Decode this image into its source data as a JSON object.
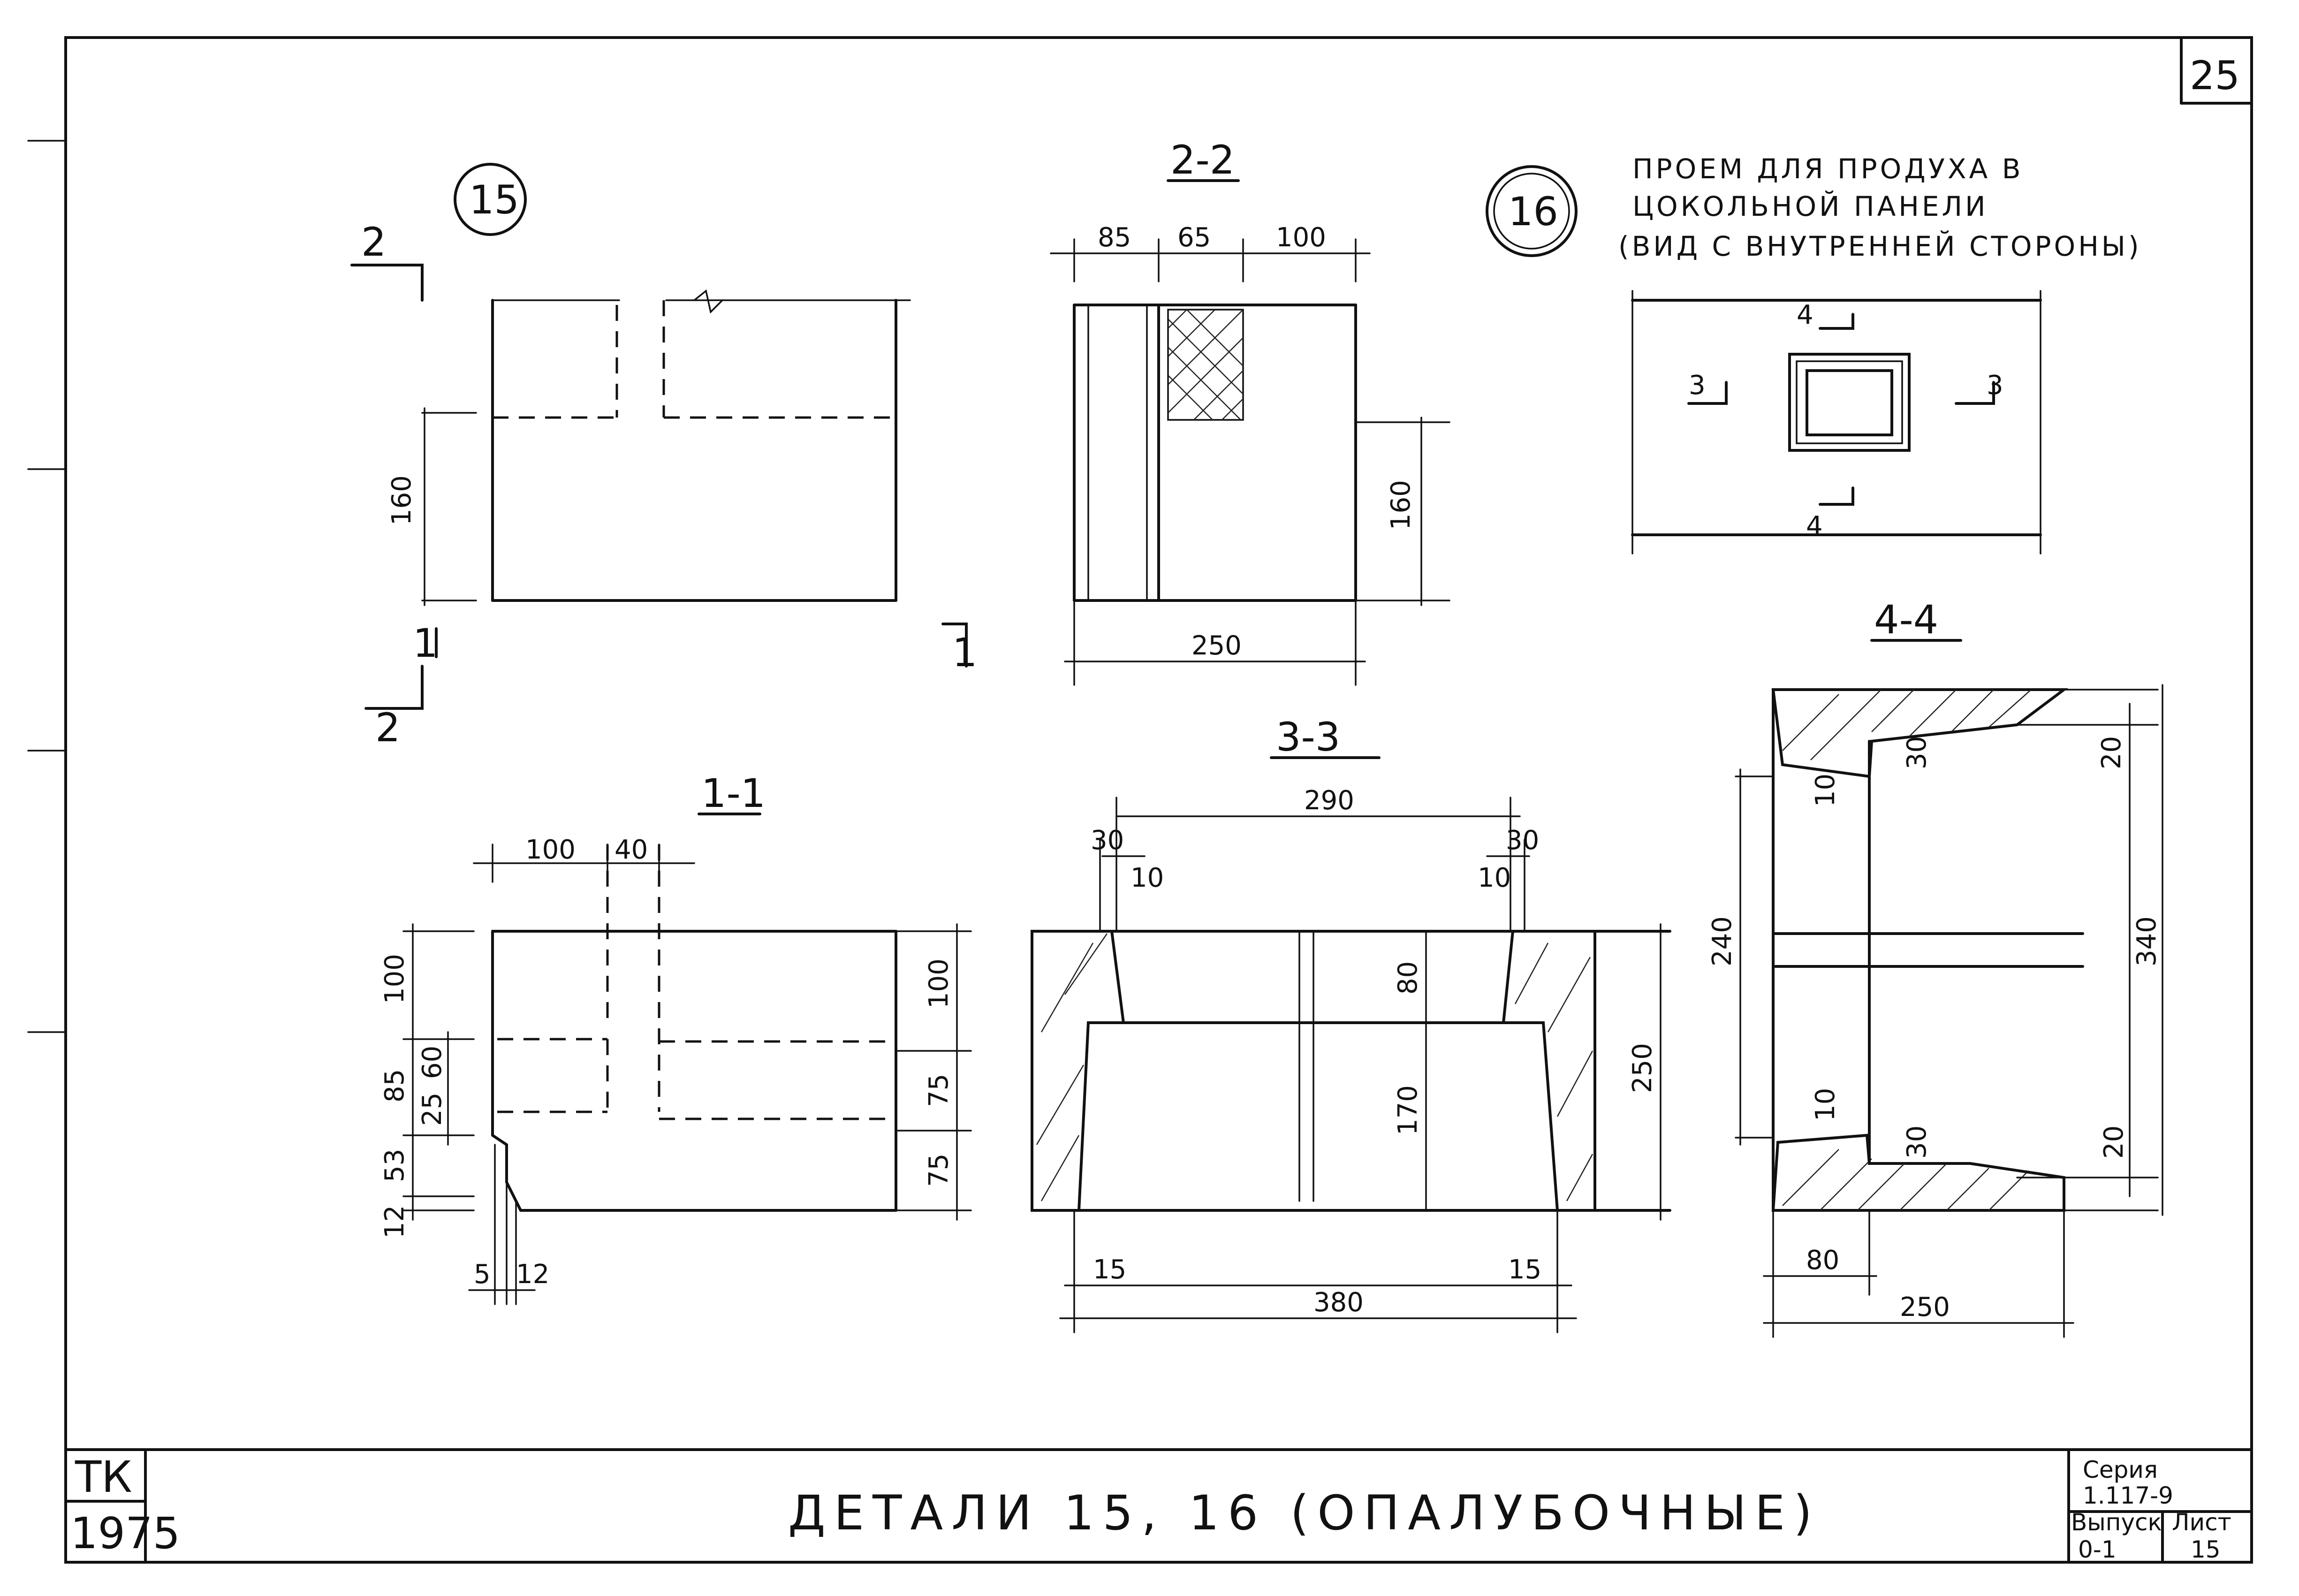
{
  "sheet": {
    "sheet_number": "25",
    "title": "ДЕТАЛИ 15, 16 (ОПАЛУБОЧНЫЕ)",
    "stamp_org": "ТК",
    "stamp_year": "1975",
    "series_label": "Серия",
    "series_value": "1.117-9",
    "issue_label": "Выпуск",
    "issue_value": "0-1",
    "page_label": "Лист",
    "page_value": "15"
  },
  "detail15": {
    "marker": "15",
    "plan_dims": {
      "height": "160"
    },
    "section_marks": {
      "s2_top": "2",
      "s2_bottom": "2",
      "s1_left": "1",
      "s1_right": "1"
    }
  },
  "section22": {
    "label": "2-2",
    "dims": {
      "a": "85",
      "b": "65",
      "c": "100",
      "height": "160",
      "width": "250"
    }
  },
  "detail16": {
    "marker": "16",
    "note_line1": "ПРОЕМ ДЛЯ ПРОДУХА В",
    "note_line2": "ЦОКОЛЬНОЙ ПАНЕЛИ",
    "note_line3": "(ВИД С ВНУТРЕННЕЙ СТОРОНЫ)",
    "section_marks": {
      "s4_top": "4",
      "s4_bottom": "4",
      "s3_left": "3",
      "s3_right": "3"
    }
  },
  "section44": {
    "label": "4-4",
    "dims": {
      "d30_top": "30",
      "d20_top": "20",
      "d10_top": "10",
      "d240": "240",
      "d340": "340",
      "d10_bot": "10",
      "d30_bot": "30",
      "d20_bot": "20",
      "d80": "80",
      "d250": "250"
    }
  },
  "section11": {
    "label": "1-1",
    "dims": {
      "top100": "100",
      "top40": "40",
      "l100": "100",
      "l85": "85",
      "l60": "60",
      "l25": "25",
      "l53": "53",
      "l12": "12",
      "b5": "5",
      "b12": "12",
      "r100": "100",
      "r75a": "75",
      "r75b": "75"
    }
  },
  "section33": {
    "label": "3-3",
    "dims": {
      "top290": "290",
      "l30": "30",
      "l10": "10",
      "r30": "30",
      "r10": "10",
      "h80": "80",
      "h170": "170",
      "h250": "250",
      "b15l": "15",
      "b15r": "15",
      "b380": "380"
    }
  }
}
